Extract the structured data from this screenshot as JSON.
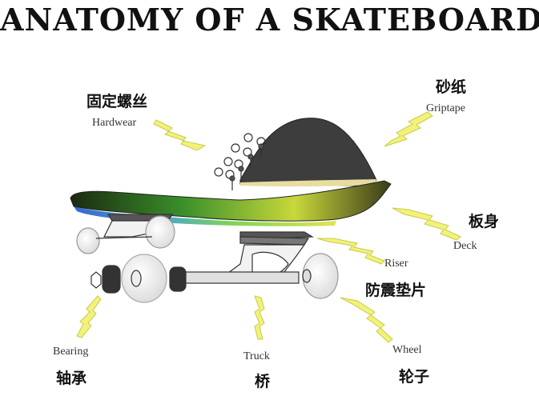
{
  "title": "ANATOMY OF A SKATEBOARD",
  "labels": {
    "hardwear": {
      "en": "Hardwear",
      "zh": "固定螺丝"
    },
    "griptape": {
      "en": "Griptape",
      "zh": "砂纸"
    },
    "deck": {
      "en": "Deck",
      "zh": "板身"
    },
    "riser": {
      "en": "Riser",
      "zh": "防震垫片"
    },
    "bearing": {
      "en": "Bearing",
      "zh": "轴承"
    },
    "truck": {
      "en": "Truck",
      "zh": "桥"
    },
    "wheel": {
      "en": "Wheel",
      "zh": "轮子"
    }
  },
  "colors": {
    "arrow": "#f2f27a",
    "arrow_stroke": "#c9c94a",
    "griptape": "#3d3d3d",
    "deck_green": "#4fc02a",
    "deck_yellow": "#e9ea3a",
    "deck_blue": "#2255cc"
  }
}
